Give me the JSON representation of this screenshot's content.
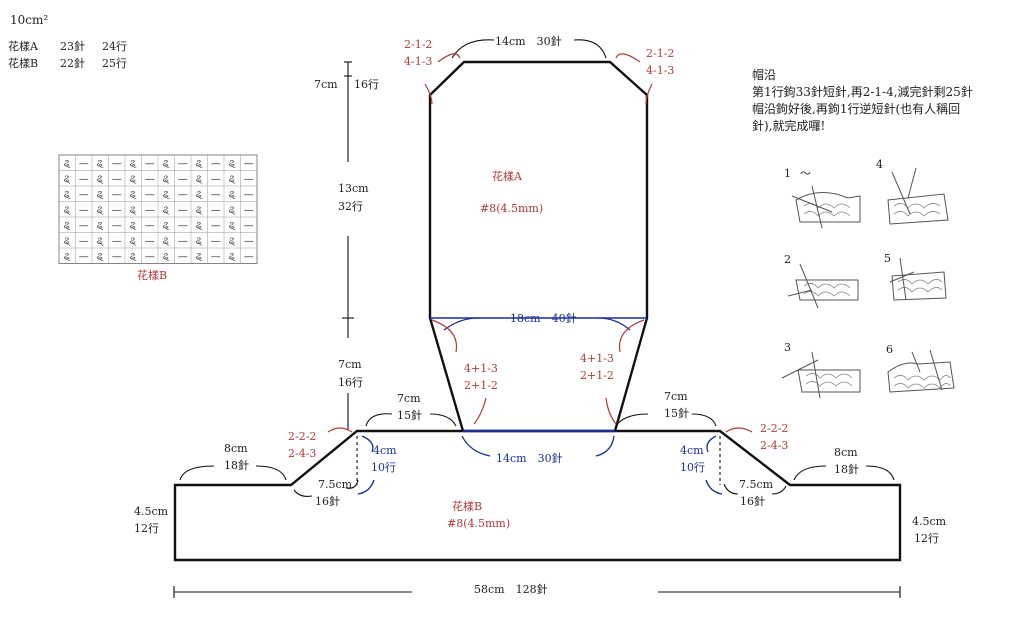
{
  "gauge": {
    "title": "10cm²",
    "rows": [
      {
        "name": "花樣A",
        "stitches": "23針",
        "row_count": "24行"
      },
      {
        "name": "花樣B",
        "stitches": "22針",
        "row_count": "25行"
      }
    ]
  },
  "stitch_chart": {
    "caption": "花樣B",
    "rows": 7,
    "symbols": [
      "ୡ",
      "—"
    ]
  },
  "hood": {
    "pattern": "花樣A",
    "hook": "#8(4.5mm)",
    "top_width": "14cm　30針",
    "top_left_dec": [
      "2-1-2",
      "4-1-3"
    ],
    "top_right_dec": [
      "2-1-2",
      "4-1-3"
    ],
    "mid_width": "18cm　40針",
    "neck_left_inc": [
      "4+1-3",
      "2+1-2"
    ],
    "neck_right_inc": [
      "4+1-3",
      "2+1-2"
    ],
    "neck_width": "14cm　30針"
  },
  "height_dims": {
    "top": {
      "cm": "7cm",
      "rows": "16行"
    },
    "middle": {
      "cm": "13cm",
      "rows": "32行"
    },
    "bottom": {
      "cm": "7cm",
      "rows": "16行"
    }
  },
  "body": {
    "pattern": "花樣B",
    "hook": "#8(4.5mm)",
    "total_width": "58cm　128針",
    "left": {
      "shoulder": {
        "cm": "7cm",
        "st": "15針"
      },
      "slope_dec": [
        "2-2-2",
        "2-4-3"
      ],
      "slope_height": {
        "cm": "4cm",
        "rows": "10行"
      },
      "slope_width": {
        "cm": "7.5cm",
        "st": "16針"
      },
      "edge_width": {
        "cm": "8cm",
        "st": "18針"
      },
      "side_height": {
        "cm": "4.5cm",
        "rows": "12行"
      }
    },
    "right": {
      "shoulder": {
        "cm": "7cm",
        "st": "15針"
      },
      "slope_dec": [
        "2-2-2",
        "2-4-3"
      ],
      "slope_height": {
        "cm": "4cm",
        "rows": "10行"
      },
      "slope_width": {
        "cm": "7.5cm",
        "st": "16針"
      },
      "edge_width": {
        "cm": "8cm",
        "st": "18針"
      },
      "side_height": {
        "cm": "4.5cm",
        "rows": "12行"
      }
    }
  },
  "brim": {
    "title": "帽沿",
    "lines": [
      "第1行鉤33針短針,再2-1-4,減完針剩25針",
      "帽沿鉤好後,再鉤1行逆短針(也有人稱回",
      "針),就完成囉!"
    ]
  },
  "steps": [
    {
      "n": "1",
      "mark": "～"
    },
    {
      "n": "2",
      "mark": ""
    },
    {
      "n": "3",
      "mark": ""
    },
    {
      "n": "4",
      "mark": ""
    },
    {
      "n": "5",
      "mark": ""
    },
    {
      "n": "6",
      "mark": ""
    }
  ]
}
